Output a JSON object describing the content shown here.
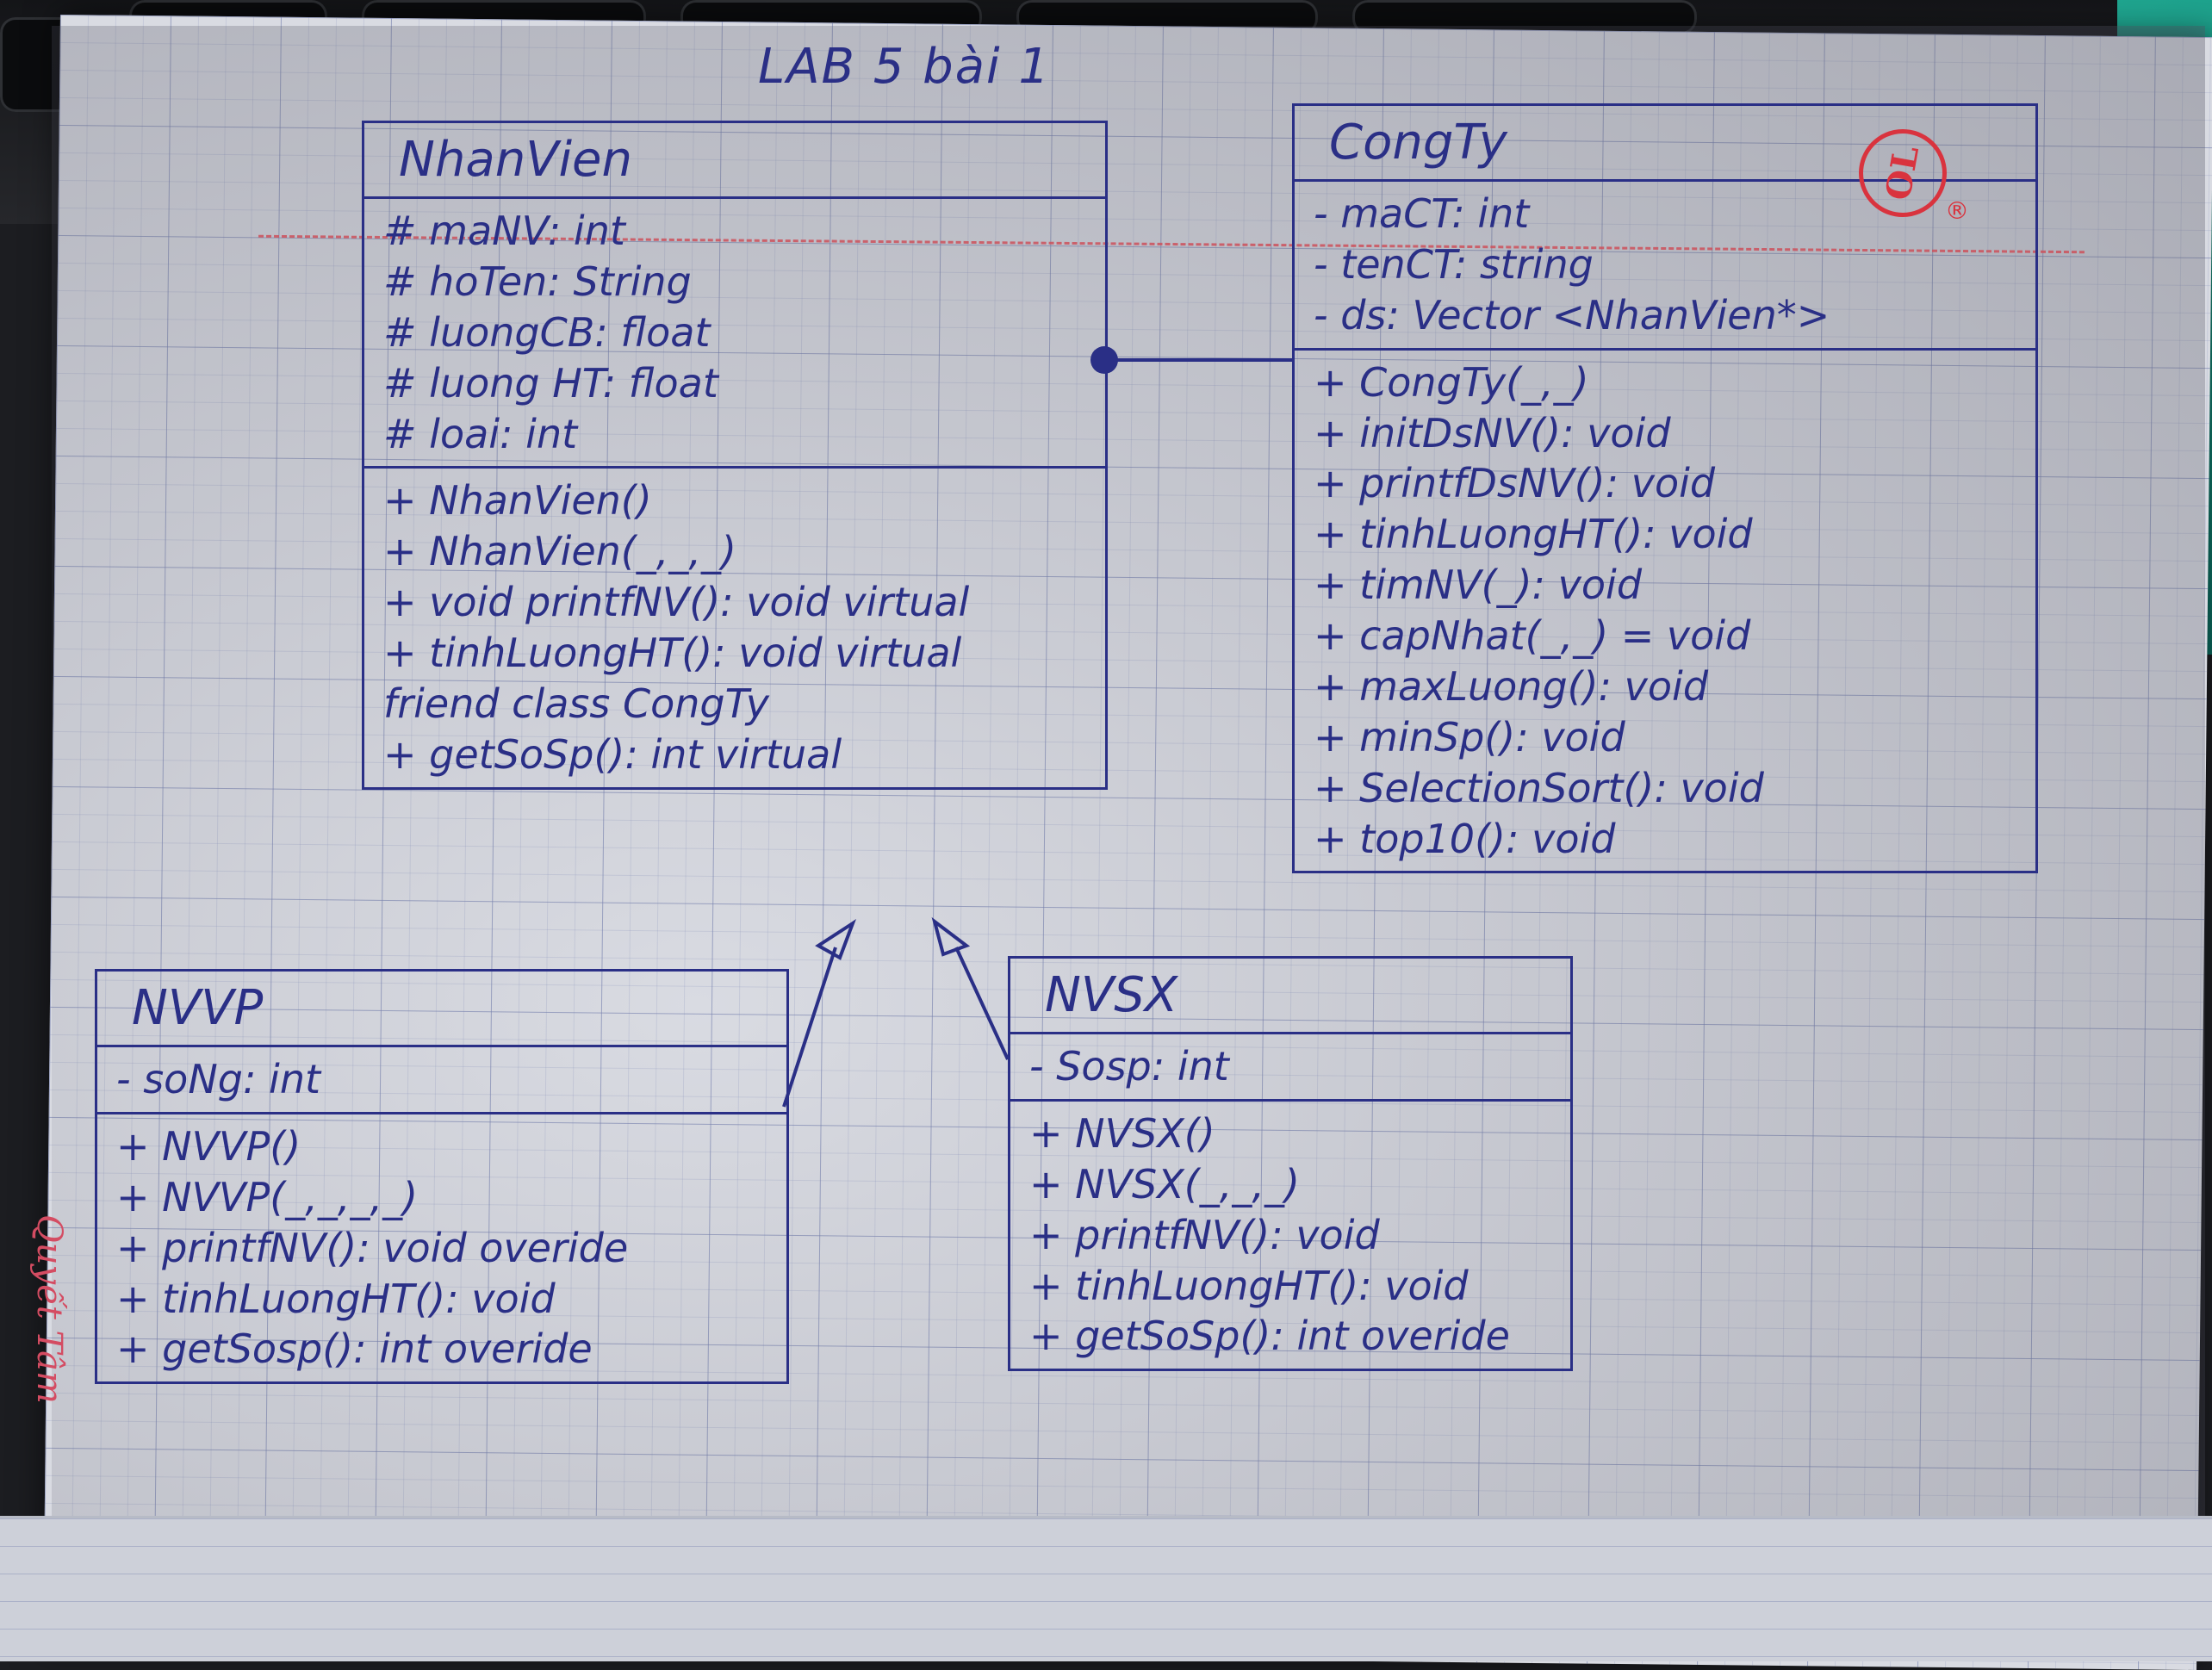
{
  "page_title": "LAB 5  bài 1",
  "classes": {
    "nhanvien": {
      "name": "NhanVien",
      "attributes": [
        "# maNV: int",
        "# hoTen: String",
        "# luongCB: float",
        "# luong HT: float",
        "# loai: int"
      ],
      "operations": [
        "+ NhanVien()",
        "+ NhanVien(_,_,_)",
        "+ void printfNV(): void virtual",
        "+ tinhLuongHT(): void virtual",
        "friend class CongTy",
        "+ getSoSp(): int virtual"
      ]
    },
    "congty": {
      "name": "CongTy",
      "attributes": [
        "- maCT: int",
        "- tenCT: string",
        "- ds: Vector <NhanVien*>"
      ],
      "operations": [
        "+ CongTy(_,_)",
        "+ initDsNV(): void",
        "+ printfDsNV(): void",
        "+ tinhLuongHT(): void",
        "+ timNV(_): void",
        "+ capNhat(_,_) = void",
        "+ maxLuong(): void",
        "+ minSp(): void",
        "+ SelectionSort(): void",
        "+ top10(): void"
      ]
    },
    "nvvp": {
      "name": "NVVP",
      "attributes": [
        "- soNg: int"
      ],
      "operations": [
        "+ NVVP()",
        "+ NVVP(_,_,_,_)",
        "+ printfNV(): void overide",
        "+ tinhLuongHT(): void",
        "+ getSosp(): int overide"
      ]
    },
    "nvsx": {
      "name": "NVSX",
      "attributes": [
        "- Sosp: int"
      ],
      "operations": [
        "+ NVSX()",
        "+ NVSX(_,_,_)",
        "+ printfNV(): void",
        "+ tinhLuongHT(): void",
        "+ getSoSp(): int overide"
      ]
    }
  },
  "stamp_text": "OL",
  "signature": "Quyết Tâm",
  "ink_color": "#2a2f86"
}
